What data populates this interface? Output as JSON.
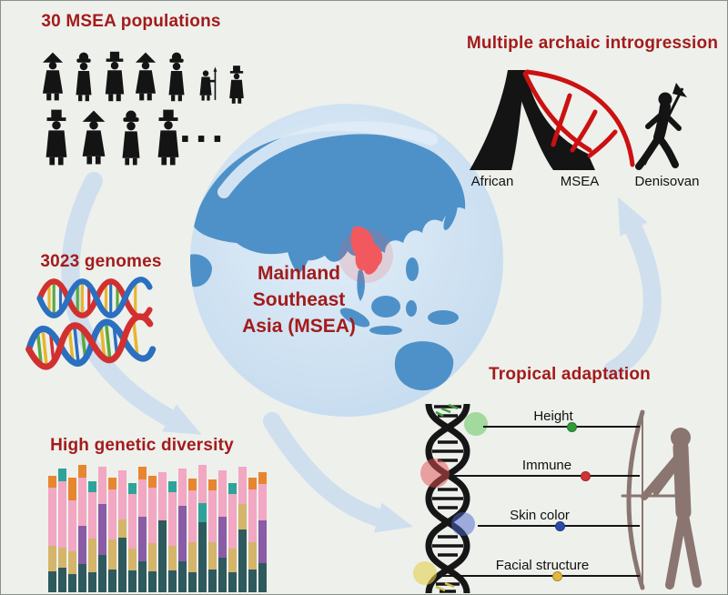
{
  "colors": {
    "background": "#eef0ec",
    "heading": "#a31b1b",
    "arrow": "#cfdfee",
    "silhouette": "#141414",
    "archer": "#8a7570",
    "ocean": "#cfe3f2",
    "land": "#4e91c9",
    "msea_highlight": "#f1595e",
    "dna_red": "#d23030",
    "dna_blue": "#2a6fc0",
    "introgression_red": "#cb1111"
  },
  "populations": {
    "title": "30 MSEA populations",
    "ellipsis": "..."
  },
  "genomes": {
    "title": "3023 genomes"
  },
  "globe": {
    "line1": "Mainland",
    "line2": "Southeast",
    "line3": "Asia (MSEA)"
  },
  "introgression": {
    "title": "Multiple archaic introgression",
    "labels": [
      "African",
      "MSEA",
      "Denisovan"
    ]
  },
  "adaptation": {
    "title": "Tropical adaptation",
    "traits": [
      {
        "label": "Height",
        "color": "#2f9e36"
      },
      {
        "label": "Immune",
        "color": "#d03434"
      },
      {
        "label": "Skin color",
        "color": "#2b4ba8"
      },
      {
        "label": "Facial structure",
        "color": "#e2b93c"
      }
    ]
  },
  "diversity": {
    "title": "High genetic diversity"
  },
  "icons": {
    "population-figure": "human-silhouette-in-ethnic-dress",
    "dna": "double-helix",
    "globe": "earth-asia-pacific",
    "denisovan": "archaic-human-with-spear-silhouette",
    "archer": "hunter-with-bow-silhouette",
    "flow-arrow": "curved-pale-blue-arrow"
  },
  "chart_data": {
    "type": "bar",
    "subtype": "stacked-admixture",
    "title": "High genetic diversity",
    "xlabel": "",
    "ylabel": "",
    "legend": "none",
    "grid": false,
    "palette": [
      "#2e5a5e",
      "#d4b56a",
      "#f2a7c3",
      "#8a5ca6",
      "#e7862f",
      "#2fa39a"
    ],
    "bars": [
      {
        "height": 128,
        "segments": [
          [
            0,
            0.18
          ],
          [
            1,
            0.22
          ],
          [
            2,
            0.5
          ],
          [
            4,
            0.1
          ]
        ]
      },
      {
        "height": 136,
        "segments": [
          [
            0,
            0.2
          ],
          [
            1,
            0.16
          ],
          [
            2,
            0.54
          ],
          [
            5,
            0.1
          ]
        ]
      },
      {
        "height": 126,
        "segments": [
          [
            0,
            0.16
          ],
          [
            1,
            0.2
          ],
          [
            2,
            0.44
          ],
          [
            4,
            0.2
          ]
        ]
      },
      {
        "height": 140,
        "segments": [
          [
            0,
            0.22
          ],
          [
            3,
            0.3
          ],
          [
            2,
            0.38
          ],
          [
            4,
            0.1
          ]
        ]
      },
      {
        "height": 122,
        "segments": [
          [
            0,
            0.18
          ],
          [
            1,
            0.3
          ],
          [
            2,
            0.42
          ],
          [
            5,
            0.1
          ]
        ]
      },
      {
        "height": 138,
        "segments": [
          [
            0,
            0.3
          ],
          [
            3,
            0.4
          ],
          [
            2,
            0.3
          ]
        ]
      },
      {
        "height": 126,
        "segments": [
          [
            0,
            0.2
          ],
          [
            1,
            0.26
          ],
          [
            2,
            0.44
          ],
          [
            4,
            0.1
          ]
        ]
      },
      {
        "height": 134,
        "segments": [
          [
            0,
            0.45
          ],
          [
            1,
            0.15
          ],
          [
            2,
            0.4
          ]
        ]
      },
      {
        "height": 120,
        "segments": [
          [
            0,
            0.2
          ],
          [
            1,
            0.2
          ],
          [
            2,
            0.5
          ],
          [
            5,
            0.1
          ]
        ]
      },
      {
        "height": 138,
        "segments": [
          [
            0,
            0.25
          ],
          [
            3,
            0.35
          ],
          [
            2,
            0.3
          ],
          [
            4,
            0.1
          ]
        ]
      },
      {
        "height": 128,
        "segments": [
          [
            0,
            0.18
          ],
          [
            1,
            0.24
          ],
          [
            2,
            0.48
          ],
          [
            4,
            0.1
          ]
        ]
      },
      {
        "height": 132,
        "segments": [
          [
            0,
            0.6
          ],
          [
            2,
            0.4
          ]
        ]
      },
      {
        "height": 122,
        "segments": [
          [
            0,
            0.2
          ],
          [
            1,
            0.22
          ],
          [
            2,
            0.48
          ],
          [
            5,
            0.1
          ]
        ]
      },
      {
        "height": 136,
        "segments": [
          [
            0,
            0.25
          ],
          [
            3,
            0.45
          ],
          [
            2,
            0.3
          ]
        ]
      },
      {
        "height": 125,
        "segments": [
          [
            0,
            0.18
          ],
          [
            1,
            0.26
          ],
          [
            2,
            0.46
          ],
          [
            4,
            0.1
          ]
        ]
      },
      {
        "height": 140,
        "segments": [
          [
            0,
            0.55
          ],
          [
            5,
            0.15
          ],
          [
            2,
            0.3
          ]
        ]
      },
      {
        "height": 124,
        "segments": [
          [
            0,
            0.2
          ],
          [
            1,
            0.24
          ],
          [
            2,
            0.46
          ],
          [
            4,
            0.1
          ]
        ]
      },
      {
        "height": 134,
        "segments": [
          [
            0,
            0.28
          ],
          [
            3,
            0.34
          ],
          [
            2,
            0.38
          ]
        ]
      },
      {
        "height": 120,
        "segments": [
          [
            0,
            0.18
          ],
          [
            1,
            0.22
          ],
          [
            2,
            0.5
          ],
          [
            5,
            0.1
          ]
        ]
      },
      {
        "height": 138,
        "segments": [
          [
            0,
            0.5
          ],
          [
            1,
            0.2
          ],
          [
            2,
            0.3
          ]
        ]
      },
      {
        "height": 126,
        "segments": [
          [
            0,
            0.2
          ],
          [
            1,
            0.24
          ],
          [
            2,
            0.46
          ],
          [
            4,
            0.1
          ]
        ]
      },
      {
        "height": 132,
        "segments": [
          [
            0,
            0.24
          ],
          [
            3,
            0.36
          ],
          [
            2,
            0.3
          ],
          [
            4,
            0.1
          ]
        ]
      }
    ]
  }
}
